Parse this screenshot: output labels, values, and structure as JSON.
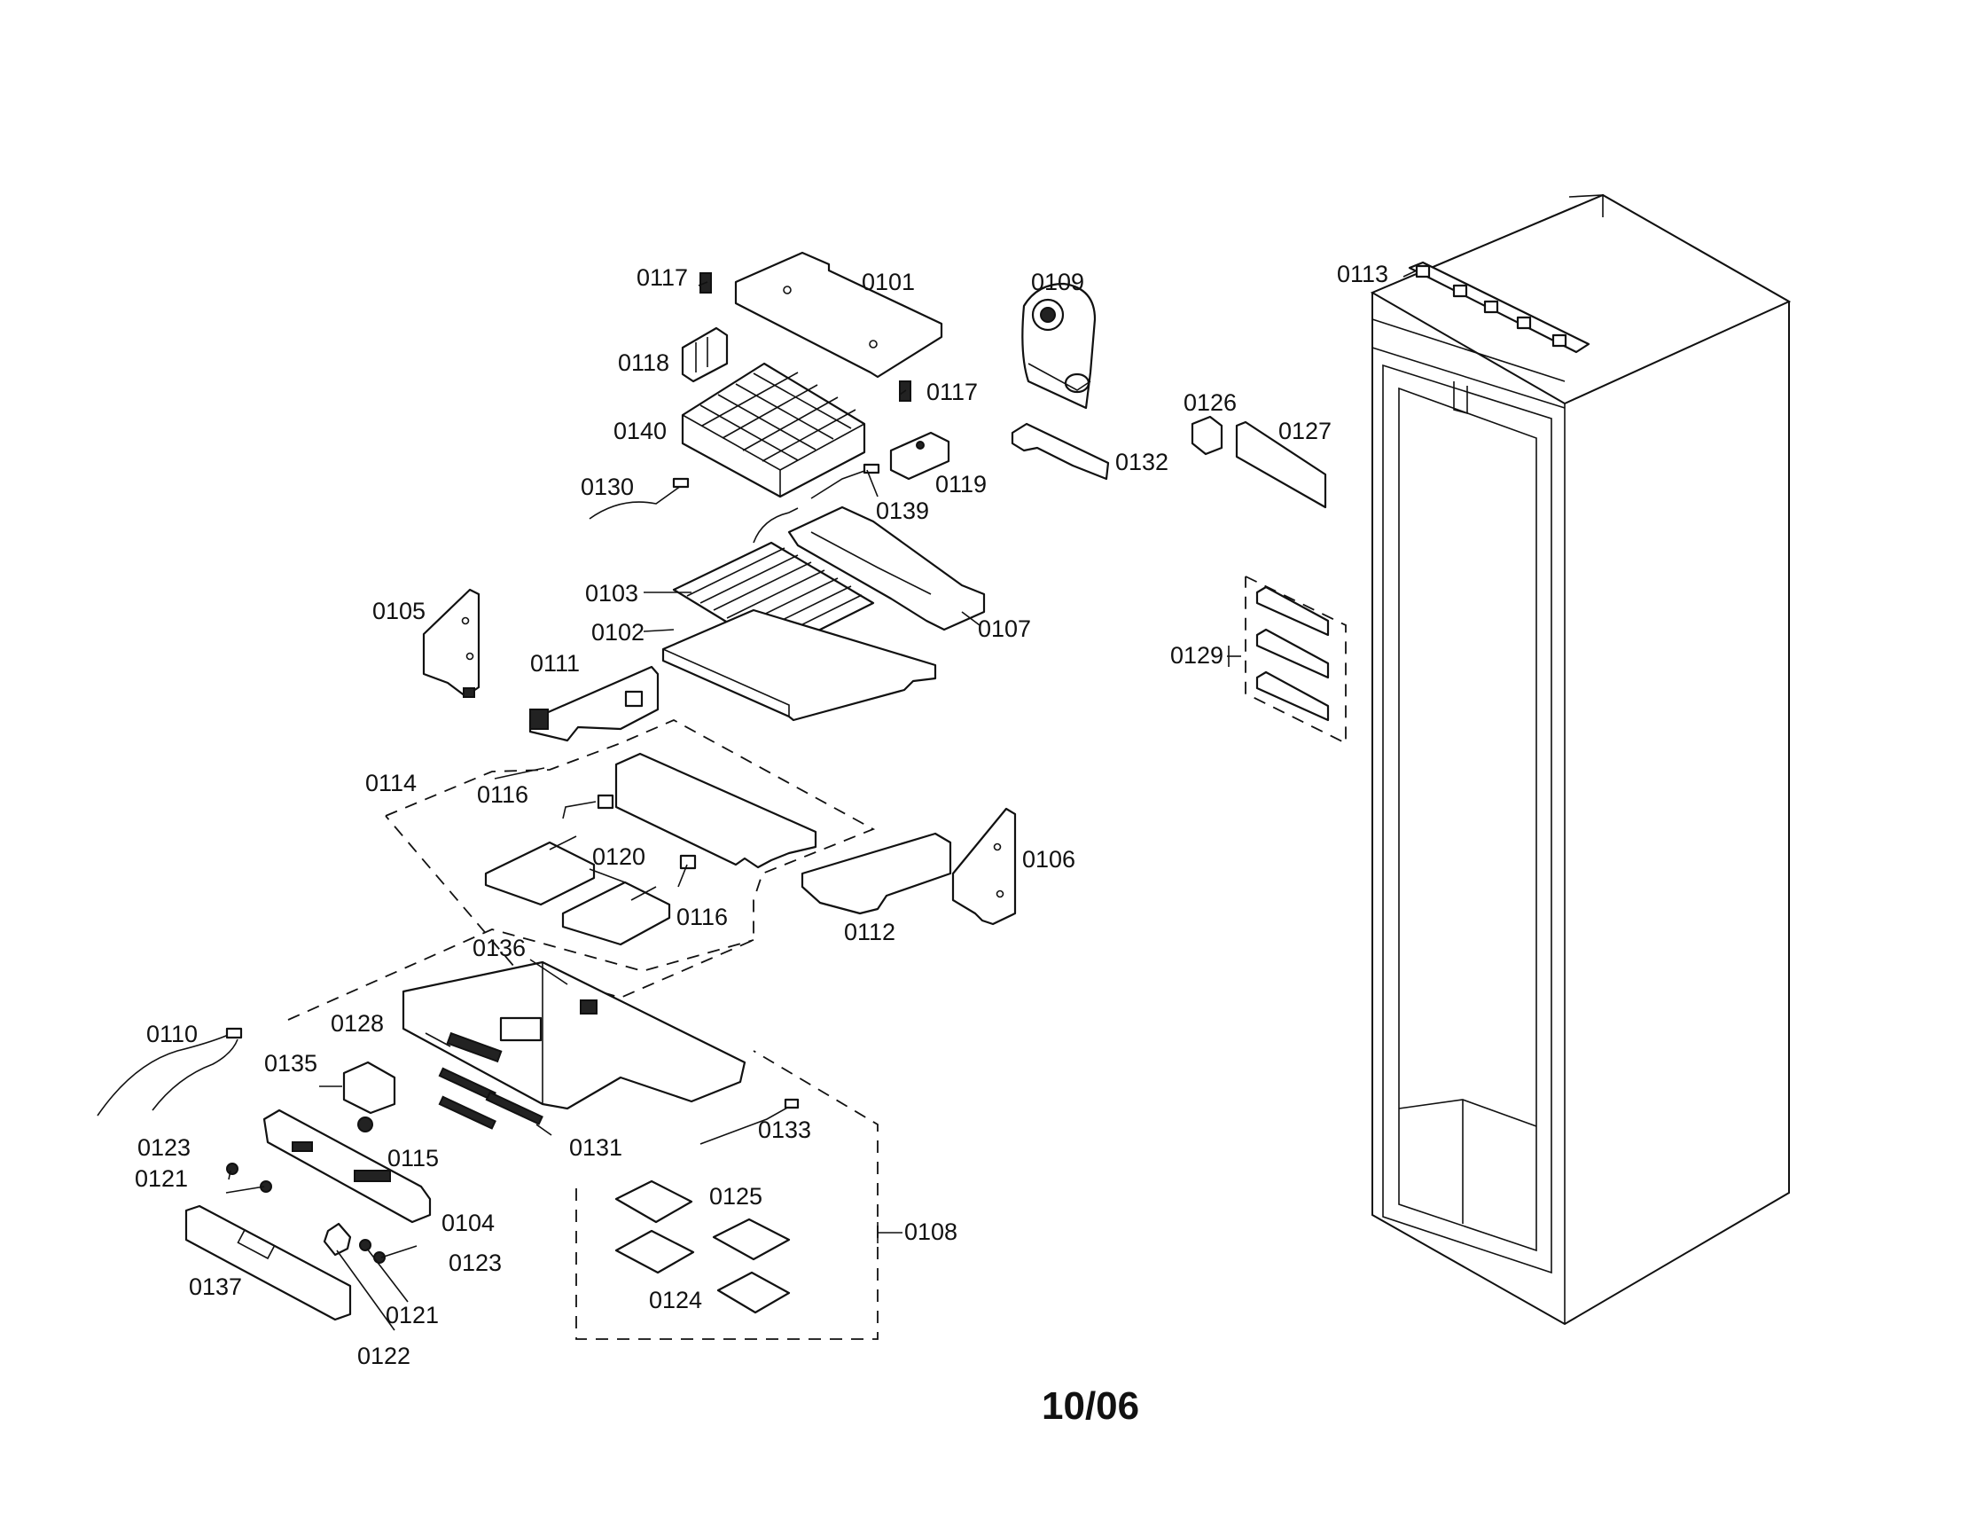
{
  "diagram": {
    "date_code": "10/06",
    "labels": {
      "p0101": "0101",
      "p0102": "0102",
      "p0103": "0103",
      "p0104": "0104",
      "p0105": "0105",
      "p0106": "0106",
      "p0107": "0107",
      "p0108": "0108",
      "p0109": "0109",
      "p0110": "0110",
      "p0111": "0111",
      "p0112": "0112",
      "p0113": "0113",
      "p0114": "0114",
      "p0115": "0115",
      "p0116a": "0116",
      "p0116b": "0116",
      "p0117a": "0117",
      "p0117b": "0117",
      "p0118": "0118",
      "p0119": "0119",
      "p0120": "0120",
      "p0121a": "0121",
      "p0121b": "0121",
      "p0122": "0122",
      "p0123a": "0123",
      "p0123b": "0123",
      "p0124": "0124",
      "p0125": "0125",
      "p0126": "0126",
      "p0127": "0127",
      "p0128": "0128",
      "p0129": "0129",
      "p0130": "0130",
      "p0131": "0131",
      "p0132": "0132",
      "p0133": "0133",
      "p0135": "0135",
      "p0136": "0136",
      "p0137": "0137",
      "p0139": "0139",
      "p0140": "0140"
    }
  }
}
